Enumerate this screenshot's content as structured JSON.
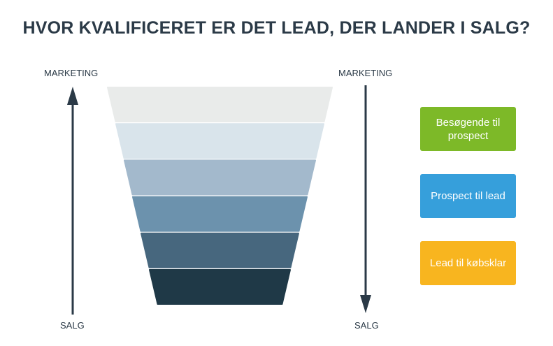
{
  "title": "HVOR KVALIFICERET ER DET LEAD, DER LANDER I SALG?",
  "left_axis": {
    "top_label": "MARKETING",
    "bottom_label": "SALG"
  },
  "right_axis": {
    "top_label": "MARKETING",
    "bottom_label": "SALG"
  },
  "funnel_colors": [
    "#e9ebea",
    "#d9e4eb",
    "#a3b9cc",
    "#6c92ad",
    "#47677e",
    "#1f3947"
  ],
  "stages": [
    {
      "label": "Besøgende til prospect",
      "color": "#7db928"
    },
    {
      "label": "Prospect til lead",
      "color": "#369fdb"
    },
    {
      "label": "Lead til købsklar",
      "color": "#f8b51f"
    }
  ]
}
